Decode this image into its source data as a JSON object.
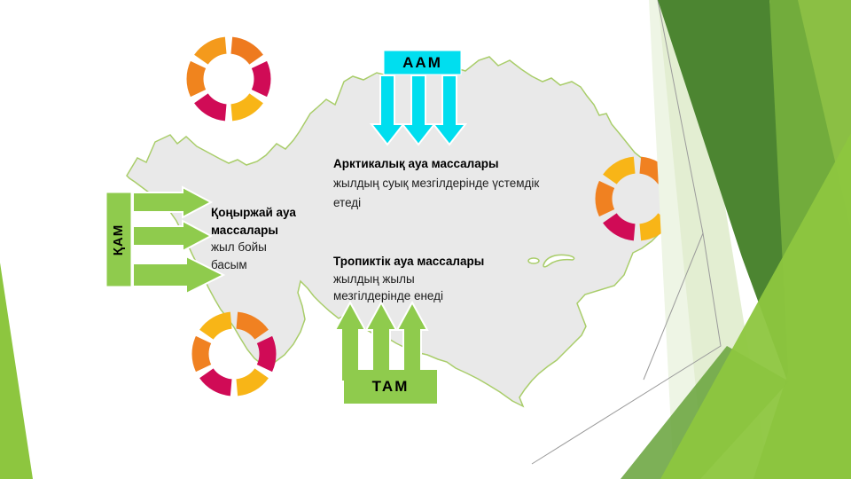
{
  "air": {
    "aam": {
      "abbr": "ААМ",
      "title": "Арктикалық ауа массалары",
      "line1": "жылдың суық мезгілдерінде үстемдік",
      "line2": "етеді"
    },
    "qam": {
      "abbr": "ҚАМ",
      "title1": "Қоңыржай ауа",
      "title2": "массалары",
      "line1": "жыл бойы",
      "line2": "басым"
    },
    "tam": {
      "abbr": "ТАМ",
      "title": "Тропиктік ауа массалары",
      "line1": "жылдың жылы",
      "line2": "мезгілдерінде енеді"
    }
  },
  "colors": {
    "cyan": "#00DEEF",
    "green": "#8FCB4D",
    "map_fill": "#E9E9E9",
    "map_stroke": "#A9CD6A",
    "lake_fill": "#FFFFFF"
  },
  "rings": {
    "r1": [
      "#EE7A1F",
      "#D00B56",
      "#F8B517",
      "#D00B56",
      "#F0841E",
      "#F49A1C"
    ],
    "r2": [
      "#F08121",
      "#D00B56",
      "#F8B517",
      "#D00B56",
      "#F08121",
      "#F8B517"
    ],
    "r3": [
      "#F08121",
      "#D00B56",
      "#F8B517",
      "#D00B56",
      "#F08121",
      "#F8B517"
    ]
  },
  "decoration": {
    "wedge": "#8DC63F",
    "pale1": "#E3EED2",
    "pale2": "#EEF5E5",
    "dark": "#4C8531",
    "mid": "#72AC3C",
    "mid2": "#66A23A",
    "bright": "#8DC63F",
    "bright2": "#9CCB49",
    "line": "#9B9B9B"
  }
}
